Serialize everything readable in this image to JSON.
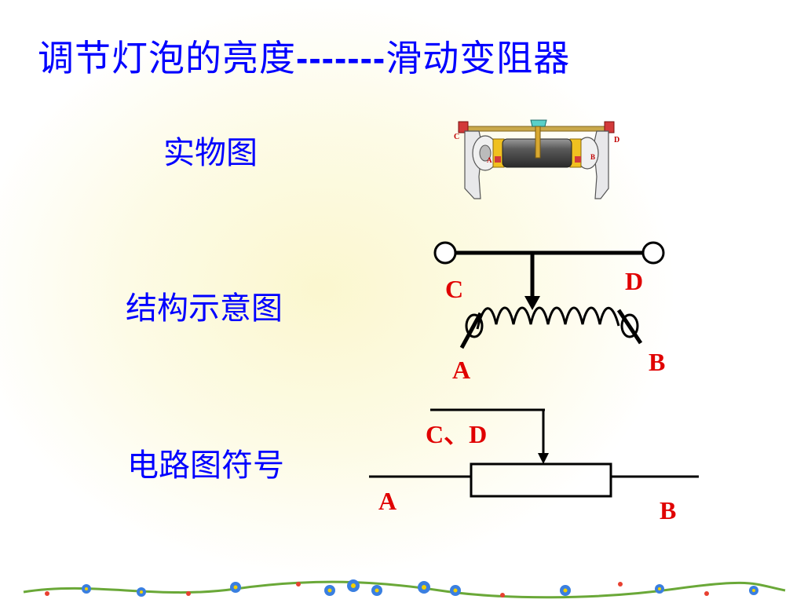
{
  "title": {
    "main": "调节灯泡的亮度",
    "dashes": "-------",
    "sub": "滑动变阻器"
  },
  "labels": {
    "photo": "实物图",
    "structure": "结构示意图",
    "symbol": "电路图符号"
  },
  "photo_terminals": {
    "c": "C",
    "d": "D",
    "a": "A",
    "b": "B"
  },
  "structure_terminals": {
    "c": "C",
    "d": "D",
    "a": "A",
    "b": "B"
  },
  "symbol_terminals": {
    "cd": "C、D",
    "a": "A",
    "b": "B"
  },
  "colors": {
    "heading": "#0000ff",
    "terminal": "#e00000",
    "line": "#000000"
  }
}
